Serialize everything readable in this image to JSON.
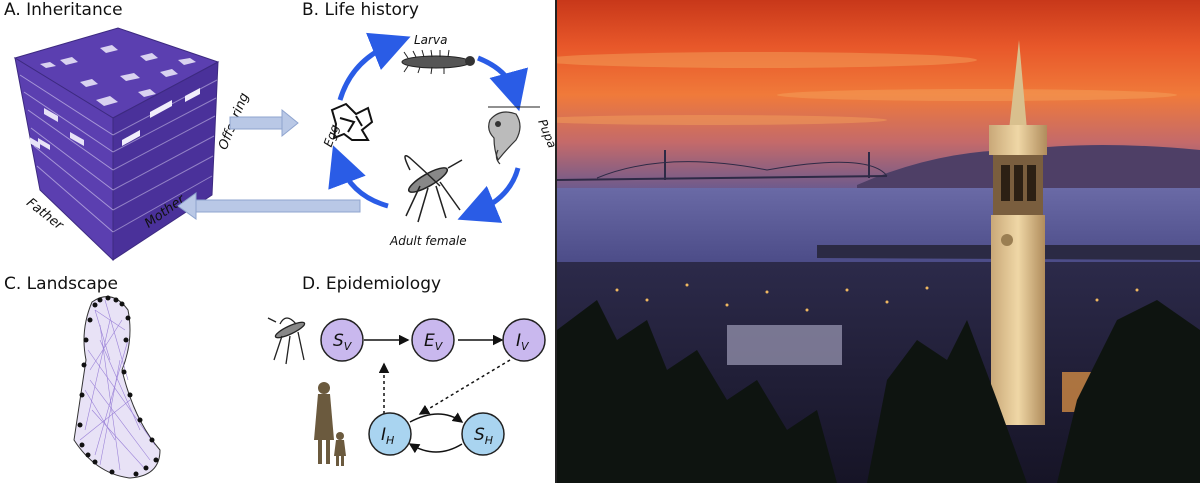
{
  "panels": {
    "a": {
      "label": "A. Inheritance",
      "axis_father": "Father",
      "axis_mother": "Mother",
      "axis_offspring": "Offspring"
    },
    "b": {
      "label": "B. Life history",
      "stage_larva": "Larva",
      "stage_pupa": "Pupa",
      "stage_egg": "Egg",
      "stage_adult": "Adult female"
    },
    "c": {
      "label": "C. Landscape"
    },
    "d": {
      "label": "D. Epidemiology",
      "nodes": {
        "sv": {
          "main": "S",
          "sub": "V"
        },
        "ev": {
          "main": "E",
          "sub": "V"
        },
        "iv": {
          "main": "I",
          "sub": "V"
        },
        "ih": {
          "main": "I",
          "sub": "H"
        },
        "sh": {
          "main": "S",
          "sub": "H"
        }
      }
    }
  },
  "colors": {
    "cube_dark": "#5b3fb0",
    "cube_light": "#e7e2f7",
    "lifecycle_arrow": "#2a5ce6",
    "flow_arrow": "#b9c8e6",
    "vector_node": "#c9b8ee",
    "host_node": "#a9d4f0",
    "landscape_line": "#7b5acb"
  }
}
